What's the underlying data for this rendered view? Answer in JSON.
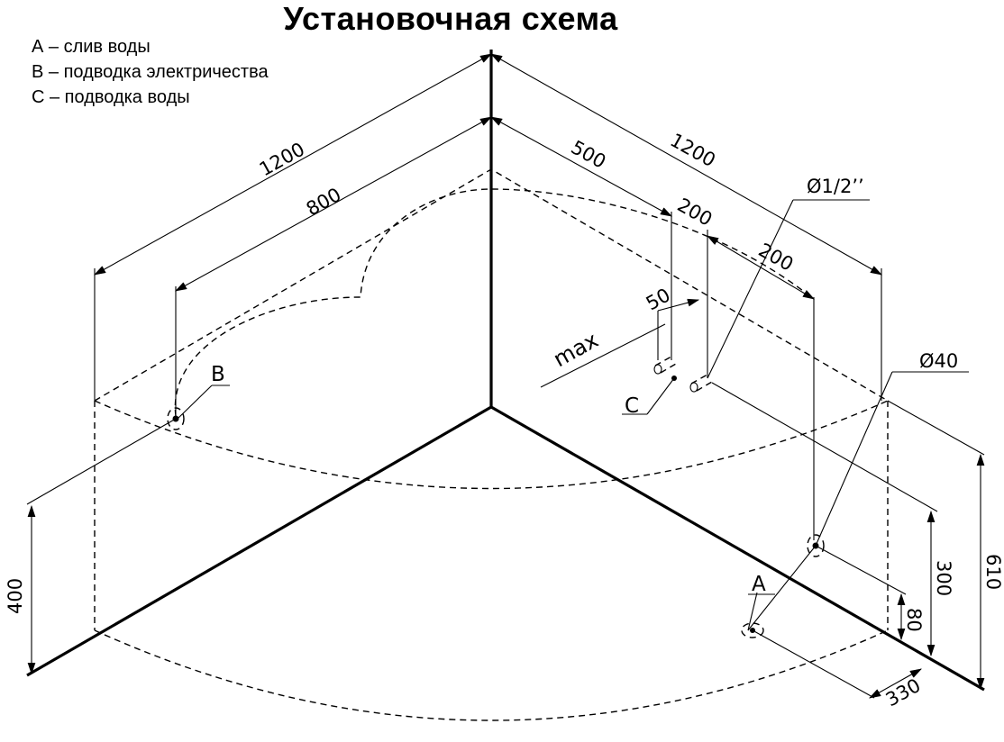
{
  "title": "Установочная схема",
  "legend": [
    "А – слив воды",
    "В – подводка электричества",
    "С – подводка воды"
  ],
  "dimensions": {
    "left_width": "1200",
    "left_inner": "800",
    "right_width": "1200",
    "right_500": "500",
    "right_200a": "200",
    "right_200b": "200",
    "pipe_diameter": "Ø1/2’’",
    "drain_diameter": "Ø40",
    "gap_50": "50",
    "max": "max",
    "height_400": "400",
    "height_300": "300",
    "height_610": "610",
    "height_80": "80",
    "offset_330": "330"
  },
  "markers": {
    "a": "A",
    "b": "B",
    "c": "C"
  }
}
